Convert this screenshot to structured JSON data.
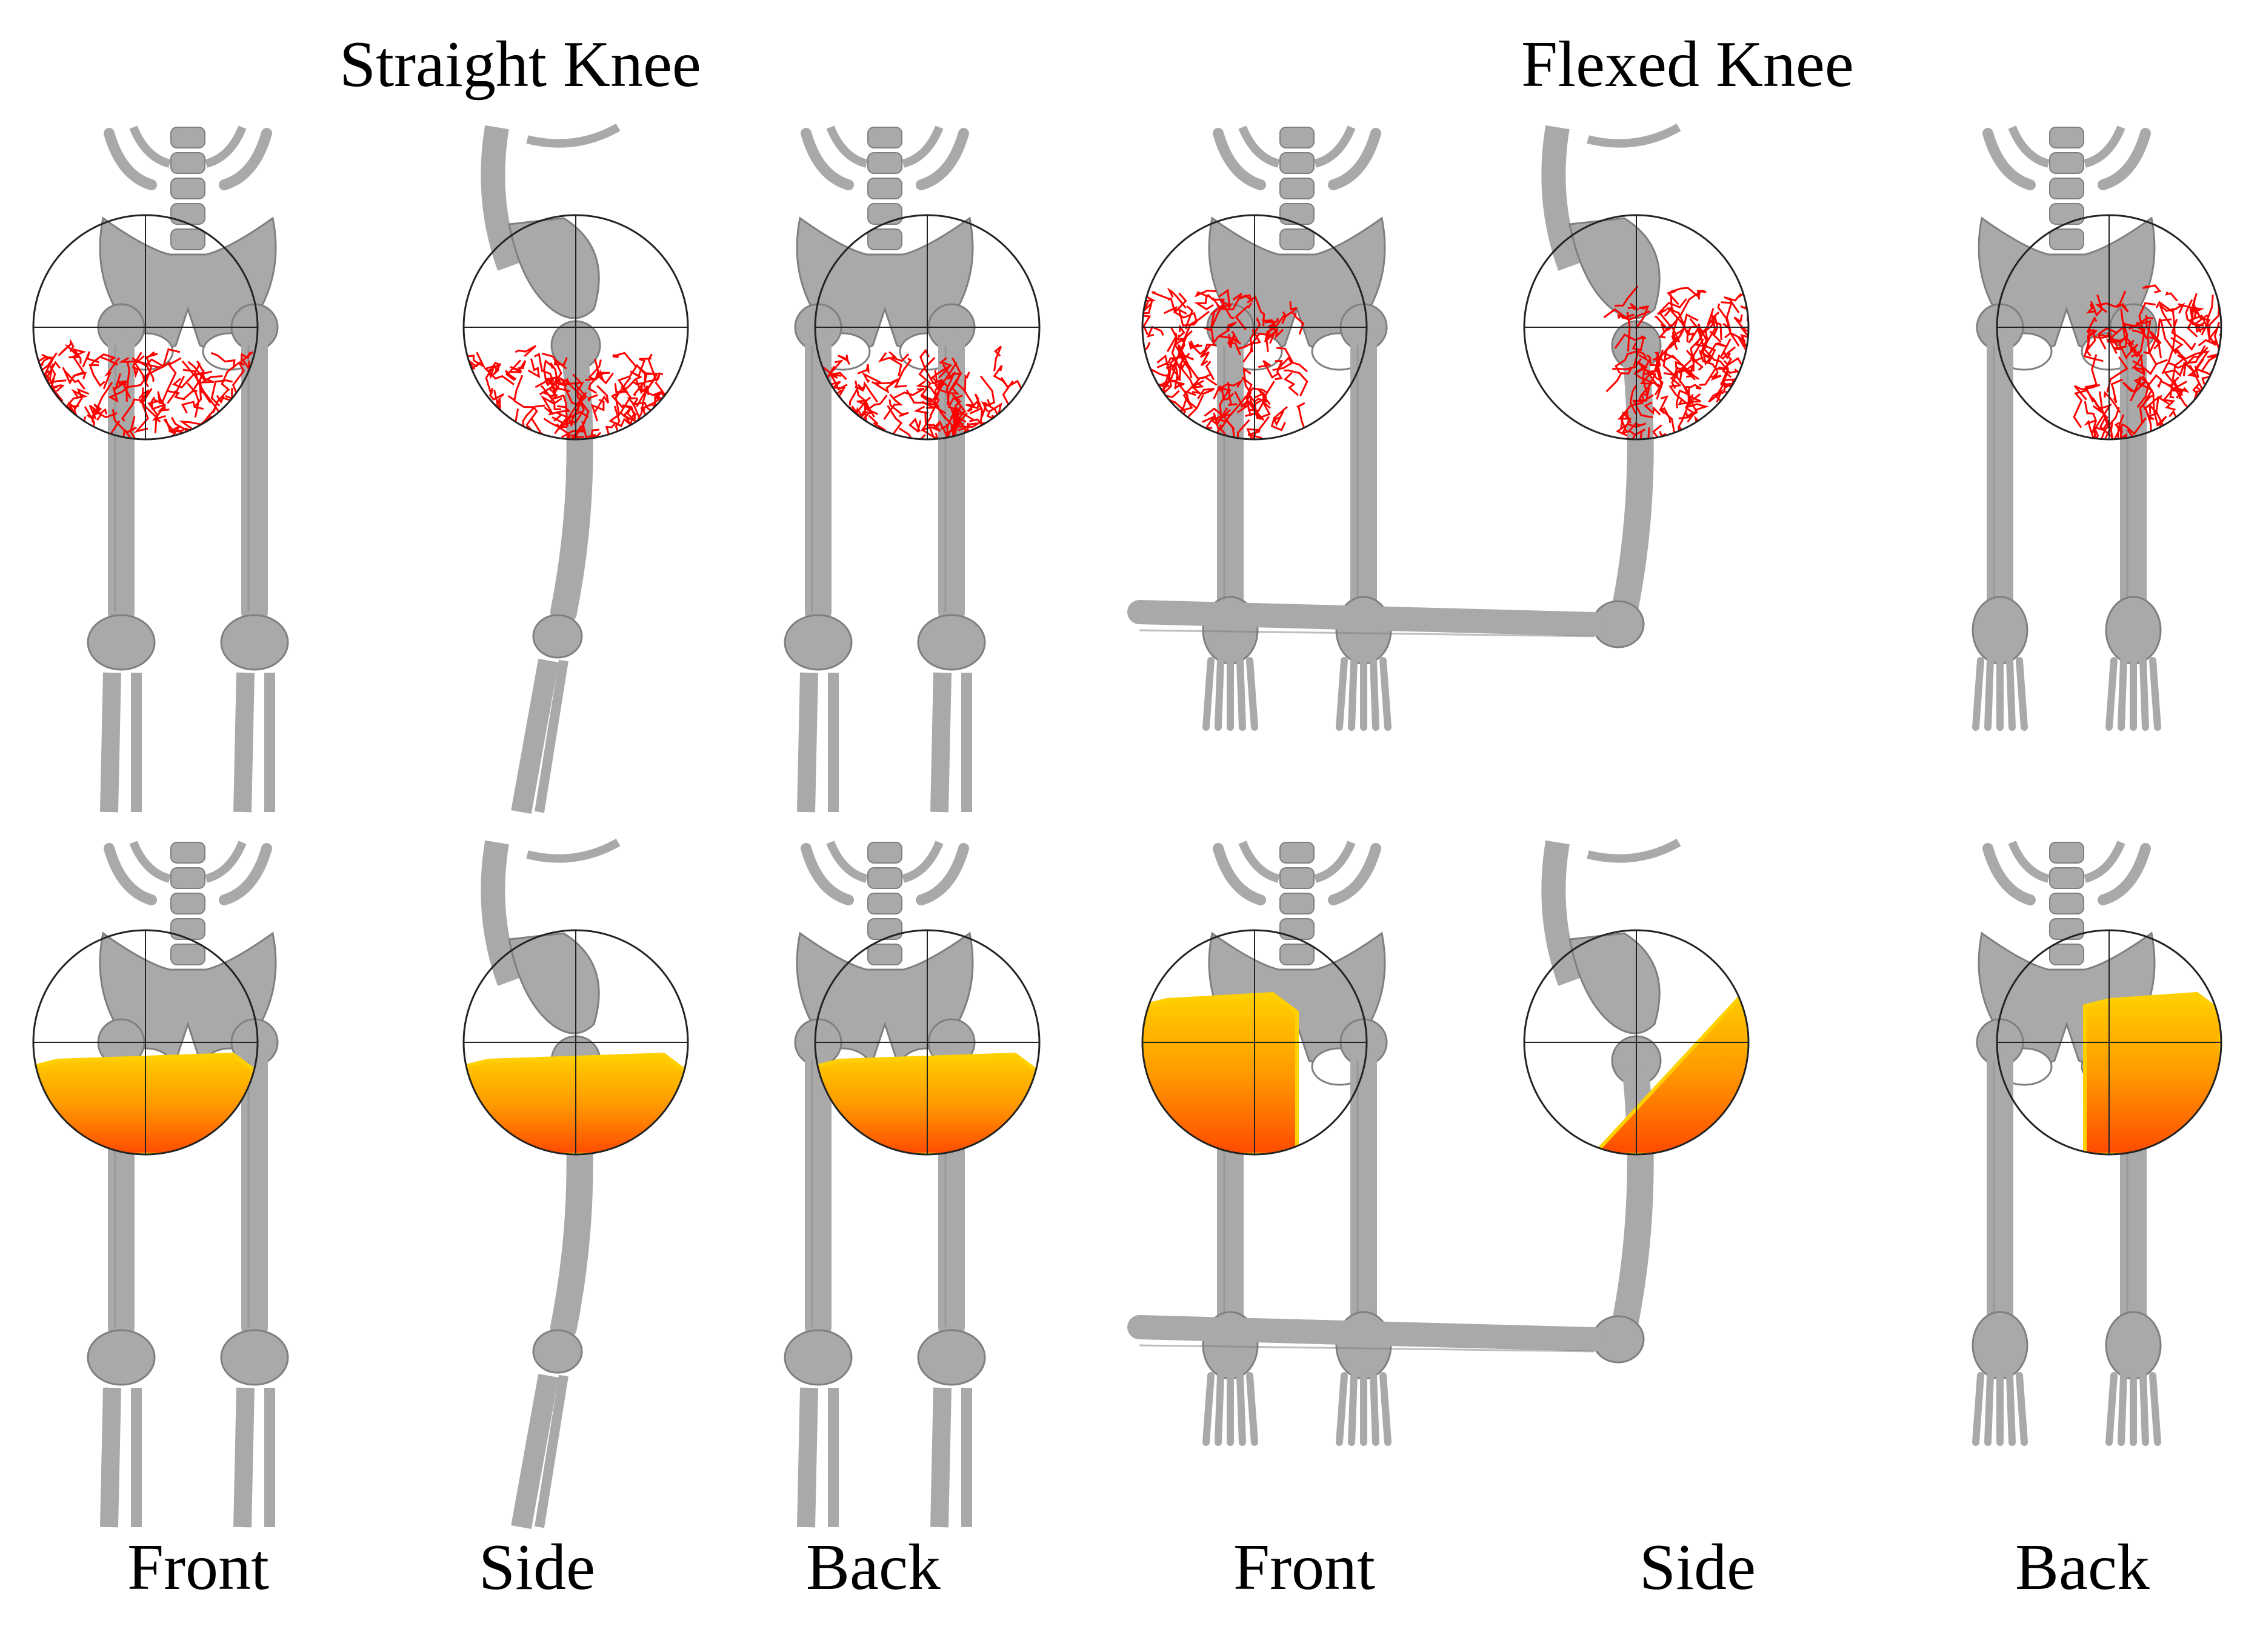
{
  "titles": {
    "straight": "Straight Knee",
    "flexed": "Flexed Knee"
  },
  "captions": [
    "Front",
    "Side",
    "Back",
    "Front",
    "Side",
    "Back"
  ],
  "colors": {
    "bone": "#a9a9a9",
    "bone_dark": "#7f7f7f",
    "trajectory": "#ff0000",
    "region_fill": "#ff9a00",
    "region_edge": "#ffd000",
    "region_low": "#ff4a00",
    "crosshair": "#222222"
  },
  "panels": [
    {
      "group": "straight",
      "view": "front",
      "row": "trajectories",
      "mode": "lines",
      "region": "low",
      "flexed": false
    },
    {
      "group": "straight",
      "view": "side",
      "row": "trajectories",
      "mode": "lines",
      "region": "low",
      "flexed": false
    },
    {
      "group": "straight",
      "view": "back",
      "row": "trajectories",
      "mode": "lines",
      "region": "low",
      "flexed": false
    },
    {
      "group": "flexed",
      "view": "front",
      "row": "trajectories",
      "mode": "lines",
      "region": "lower-left",
      "flexed": true
    },
    {
      "group": "flexed",
      "view": "side",
      "row": "trajectories",
      "mode": "lines",
      "region": "right-arc",
      "flexed": true
    },
    {
      "group": "flexed",
      "view": "back",
      "row": "trajectories",
      "mode": "lines",
      "region": "lower-right",
      "flexed": true
    },
    {
      "group": "straight",
      "view": "front",
      "row": "regions",
      "mode": "area",
      "region": "low",
      "flexed": false
    },
    {
      "group": "straight",
      "view": "side",
      "row": "regions",
      "mode": "area",
      "region": "low",
      "flexed": false
    },
    {
      "group": "straight",
      "view": "back",
      "row": "regions",
      "mode": "area",
      "region": "low",
      "flexed": false
    },
    {
      "group": "flexed",
      "view": "front",
      "row": "regions",
      "mode": "area",
      "region": "lower-left",
      "flexed": true
    },
    {
      "group": "flexed",
      "view": "side",
      "row": "regions",
      "mode": "area",
      "region": "right-arc",
      "flexed": true
    },
    {
      "group": "flexed",
      "view": "back",
      "row": "regions",
      "mode": "area",
      "region": "lower-right",
      "flexed": true
    }
  ]
}
